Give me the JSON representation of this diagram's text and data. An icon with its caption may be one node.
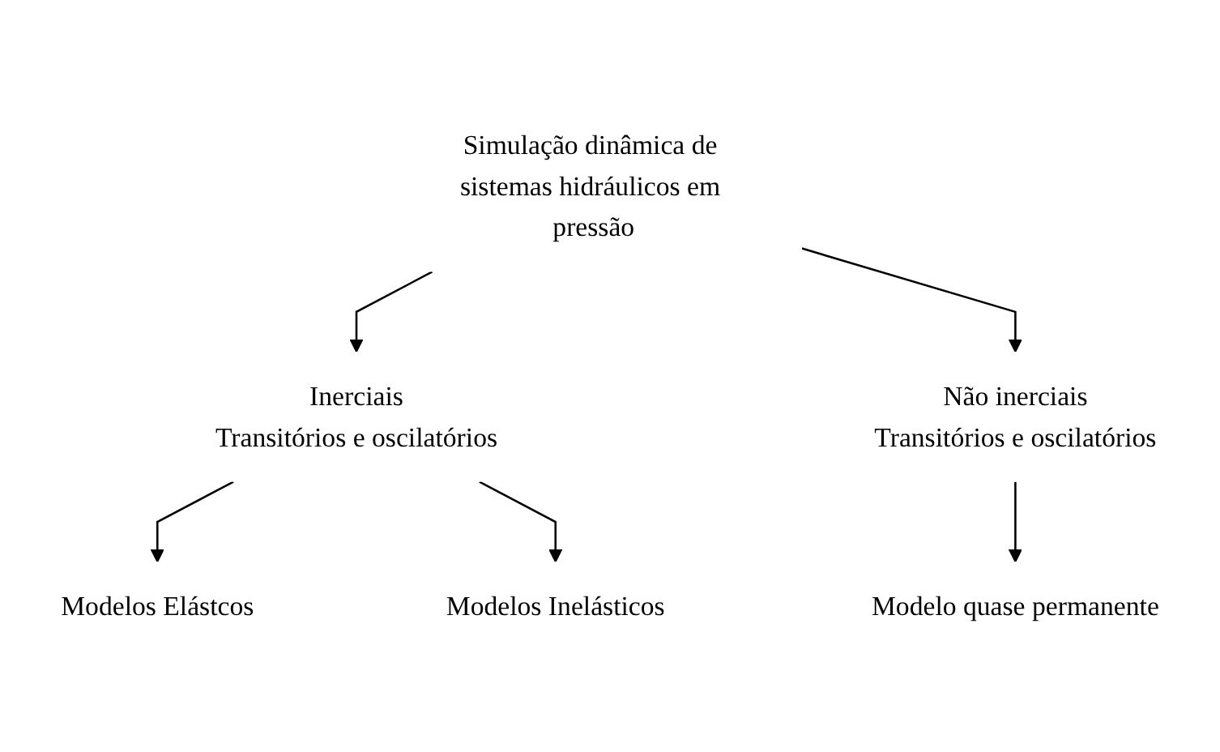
{
  "diagram": {
    "nodes": [
      {
        "text": [
          "Simulação dinâmica de sistemas hidráulicos em pressão"
        ]
      },
      {
        "text": [
          "Inerciais",
          "Transitórios e oscilatórios"
        ]
      },
      {
        "text": [
          "Não inerciais",
          "Transitórios e oscilatórios"
        ]
      },
      {
        "text": [
          "Modelos Elástcos"
        ]
      },
      {
        "text": [
          "Modelos Inelásticos"
        ]
      },
      {
        "text": [
          "Modelo quase permanente"
        ]
      }
    ],
    "edges": [
      {
        "from": 0,
        "to": 1,
        "arrow": "to"
      },
      {
        "from": 0,
        "to": 2,
        "arrow": "to"
      },
      {
        "from": 1,
        "to": 3,
        "arrow": "to"
      },
      {
        "from": 1,
        "to": 4,
        "arrow": "to"
      },
      {
        "from": 2,
        "to": 5,
        "arrow": "to"
      }
    ]
  }
}
